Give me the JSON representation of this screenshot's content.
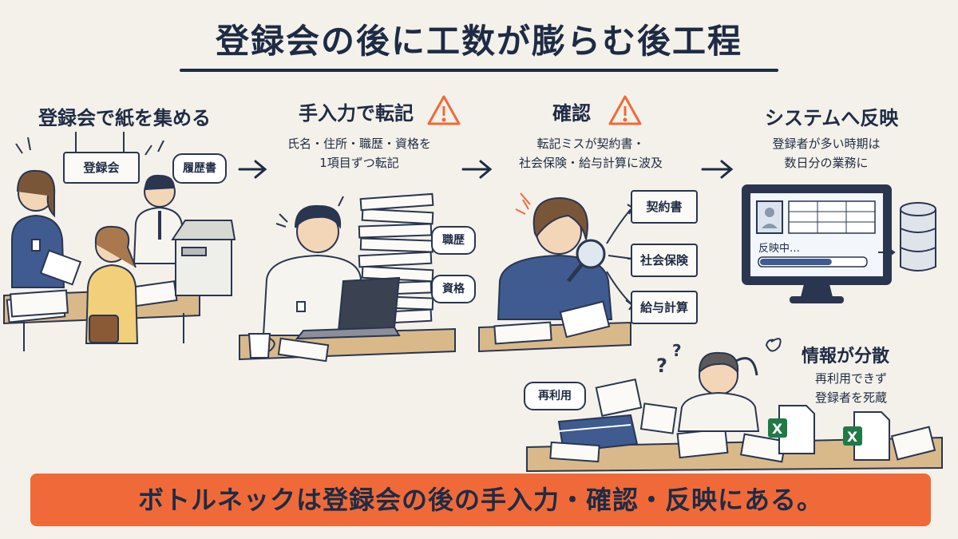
{
  "title": "登録会の後に工数が膨らむ後工程",
  "steps": [
    {
      "title": "登録会で紙を集める",
      "sign": "登録会",
      "bubble": "履歴書"
    },
    {
      "title": "手入力で転記",
      "desc_lines": [
        "氏名・住所・職歴・資格を",
        "1項目ずつ転記"
      ],
      "bubbles": [
        "職歴",
        "資格"
      ],
      "warning": true
    },
    {
      "title": "確認",
      "desc_lines": [
        "転記ミスが契約書・",
        "社会保険・給与計算に波及"
      ],
      "boxes": [
        "契約書",
        "社会保険",
        "給与計算"
      ],
      "warning": true
    },
    {
      "title": "システムへ反映",
      "desc_lines": [
        "登録者が多い時期は",
        "数日分の業務に"
      ],
      "screen_status": "反映中…"
    }
  ],
  "scatter": {
    "title": "情報が分散",
    "desc_lines": [
      "再利用できず",
      "登録者を死蔵"
    ],
    "bubble": "再利用"
  },
  "banner": "ボトルネックは登録会の後の手入力・確認・反映にある。",
  "colors": {
    "navy": "#1e2b45",
    "accent": "#ef6a38",
    "background": "#f4f1ea",
    "excel": "#1f7a45"
  }
}
